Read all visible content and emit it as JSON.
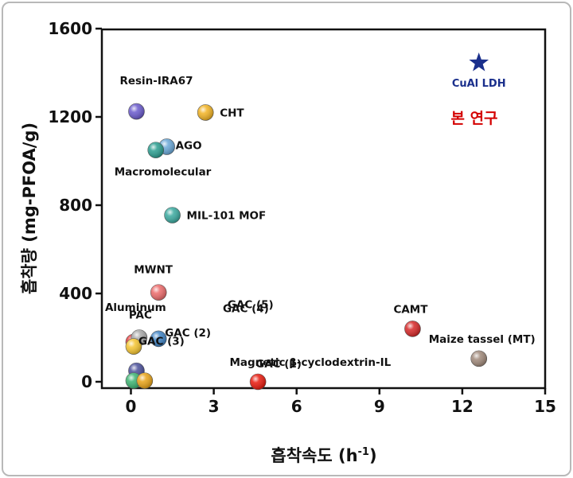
{
  "chart_data": {
    "type": "scatter",
    "title": "",
    "xlabel": "흡착속도 (h",
    "xlabel_sup": "-1",
    "xlabel_end": ")",
    "ylabel": "흡착량 (mg-PFOA/g)",
    "xlim": [
      -1.5,
      15
    ],
    "ylim": [
      -30,
      1600
    ],
    "xticks": [
      "0",
      "3",
      "6",
      "9",
      "12",
      "15"
    ],
    "yticks": [
      "0",
      "400",
      "800",
      "1200",
      "1600"
    ],
    "grid": false,
    "legend": "none",
    "points": [
      {
        "name": "CuAl LDH",
        "x": 12.6,
        "y": 1445,
        "marker": "star",
        "color": "#1a2f8c"
      },
      {
        "name": "Resin-IRA67",
        "x": 0.2,
        "y": 1225,
        "color": "#6a5acd"
      },
      {
        "name": "CHT",
        "x": 2.7,
        "y": 1220,
        "color": "#f2b323"
      },
      {
        "name": "AGO",
        "x": 1.3,
        "y": 1065,
        "color": "#6aa8d8"
      },
      {
        "name": "Macromolecular",
        "x": 0.9,
        "y": 1050,
        "color": "#2a9d8f"
      },
      {
        "name": "MIL-101 MOF",
        "x": 1.5,
        "y": 755,
        "color": "#3aa99f"
      },
      {
        "name": "MWNT",
        "x": 1.0,
        "y": 405,
        "color": "#ec6a6a"
      },
      {
        "name": "CAMT",
        "x": 10.2,
        "y": 240,
        "color": "#d62828"
      },
      {
        "name": "Aluminum",
        "x": 0.1,
        "y": 180,
        "color": "#e63939"
      },
      {
        "name": "PAC",
        "x": 0.3,
        "y": 200,
        "color": "#a8a8a8"
      },
      {
        "name": "GAC (2)",
        "x": 1.0,
        "y": 195,
        "color": "#3f83c4"
      },
      {
        "name": "GAC (3)",
        "x": 0.1,
        "y": 160,
        "color": "#f4c430"
      },
      {
        "name": "Maize tassel (MT)",
        "x": 12.6,
        "y": 105,
        "color": "#a0897a"
      },
      {
        "name": "GAC (1)",
        "x": 4.6,
        "y": 0,
        "color": "#e8190c"
      },
      {
        "name": "Magnetic β-cyclodextrin-IL",
        "x": 0.2,
        "y": 50,
        "color": "#4a4f9a"
      },
      {
        "name": "GAC (4)",
        "x": 0.1,
        "y": 5,
        "color": "#3cb371"
      },
      {
        "name": "GAC (5)",
        "x": 0.5,
        "y": 5,
        "color": "#e8a317"
      }
    ],
    "annotations": {
      "this_study": "본 연구",
      "this_study_color": "#d40000",
      "cual_label_color": "#1a2f8c"
    }
  }
}
